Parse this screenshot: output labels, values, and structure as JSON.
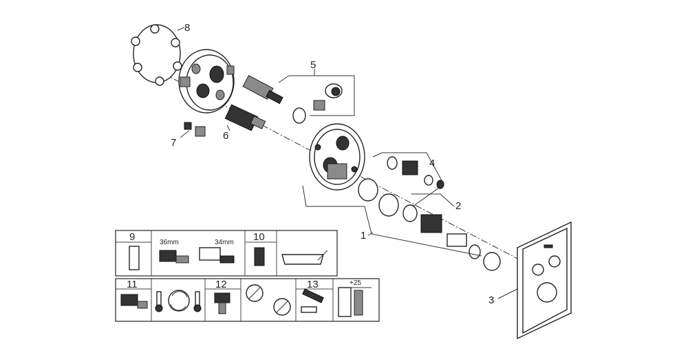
{
  "callouts": {
    "c1": "1",
    "c2": "2",
    "c3": "3",
    "c4": "4",
    "c5": "5",
    "c6": "6",
    "c7": "7",
    "c8": "8",
    "c9": "9",
    "c10": "10",
    "c11": "11",
    "c12": "12",
    "c13": "13"
  },
  "dimensions": {
    "d36": "36mm",
    "d34": "34mm",
    "d25": "+25"
  },
  "icons": {
    "warning": "no-tools-icon",
    "temperature": "thermostat-icon"
  }
}
